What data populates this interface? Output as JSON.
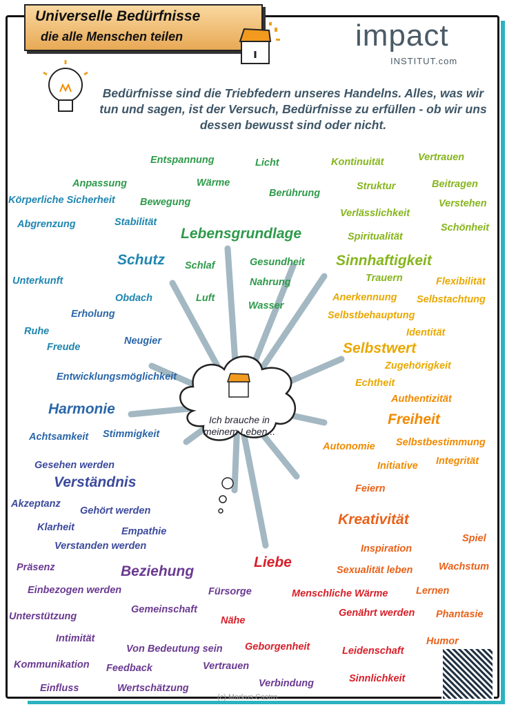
{
  "header": {
    "title_line1": "Universelle Bedürfnisse",
    "title_line2": "die alle Menschen teilen"
  },
  "logo": {
    "text": "impact",
    "sub": "INSTITUT.com"
  },
  "intro": "Bedürfnisse sind die Triebfedern unseres Handelns. Alles, was wir tun und sagen, ist der Versuch, Bedürfnisse zu erfüllen - ob wir uns dessen bewusst sind oder nicht.",
  "center": "Ich brauche in meinem Leben...",
  "copyright": "(c) Markus Castro",
  "colors": {
    "green": "#2e9a4a",
    "teal": "#1f86b0",
    "blue": "#2a66a8",
    "lime": "#86b51c",
    "yellow": "#e9a800",
    "orange": "#f08a00",
    "orangered": "#e8621a",
    "red": "#d8202a",
    "purple": "#6a3a92",
    "indigo": "#3c4a9c",
    "ray": "#a3b8c2"
  },
  "words": [
    {
      "text": "Entspannung",
      "group": "green"
    },
    {
      "text": "Licht",
      "group": "green"
    },
    {
      "text": "Anpassung",
      "group": "green"
    },
    {
      "text": "Wärme",
      "group": "green"
    },
    {
      "text": "Berührung",
      "group": "green"
    },
    {
      "text": "Körperliche Sicherheit",
      "group": "teal"
    },
    {
      "text": "Bewegung",
      "group": "green"
    },
    {
      "text": "Lebensgrundlage",
      "group": "green",
      "heading": true
    },
    {
      "text": "Stabilität",
      "group": "teal"
    },
    {
      "text": "Abgrenzung",
      "group": "teal"
    },
    {
      "text": "Schutz",
      "group": "teal",
      "heading": true
    },
    {
      "text": "Schlaf",
      "group": "green"
    },
    {
      "text": "Gesundheit",
      "group": "green"
    },
    {
      "text": "Nahrung",
      "group": "green"
    },
    {
      "text": "Luft",
      "group": "green"
    },
    {
      "text": "Wasser",
      "group": "green"
    },
    {
      "text": "Unterkunft",
      "group": "teal"
    },
    {
      "text": "Obdach",
      "group": "teal"
    },
    {
      "text": "Erholung",
      "group": "blue"
    },
    {
      "text": "Ruhe",
      "group": "teal"
    },
    {
      "text": "Freude",
      "group": "teal"
    },
    {
      "text": "Neugier",
      "group": "blue"
    },
    {
      "text": "Entwicklungsmöglichkeit",
      "group": "blue"
    },
    {
      "text": "Harmonie",
      "group": "blue",
      "heading": true
    },
    {
      "text": "Achtsamkeit",
      "group": "blue"
    },
    {
      "text": "Stimmigkeit",
      "group": "blue"
    },
    {
      "text": "Kontinuität",
      "group": "lime"
    },
    {
      "text": "Vertrauen",
      "group": "lime"
    },
    {
      "text": "Struktur",
      "group": "lime"
    },
    {
      "text": "Beitragen",
      "group": "lime"
    },
    {
      "text": "Verlässlichkeit",
      "group": "lime"
    },
    {
      "text": "Verstehen",
      "group": "lime"
    },
    {
      "text": "Schönheit",
      "group": "lime"
    },
    {
      "text": "Spiritualität",
      "group": "lime"
    },
    {
      "text": "Sinnhaftigkeit",
      "group": "lime",
      "heading": true
    },
    {
      "text": "Trauern",
      "group": "lime"
    },
    {
      "text": "Flexibilität",
      "group": "yellow"
    },
    {
      "text": "Anerkennung",
      "group": "yellow"
    },
    {
      "text": "Selbstachtung",
      "group": "yellow"
    },
    {
      "text": "Selbstbehauptung",
      "group": "yellow"
    },
    {
      "text": "Identität",
      "group": "yellow"
    },
    {
      "text": "Selbstwert",
      "group": "yellow",
      "heading": true
    },
    {
      "text": "Zugehörigkeit",
      "group": "yellow"
    },
    {
      "text": "Echtheit",
      "group": "yellow"
    },
    {
      "text": "Authentizität",
      "group": "orange"
    },
    {
      "text": "Freiheit",
      "group": "orange",
      "heading": true
    },
    {
      "text": "Selbstbestimmung",
      "group": "orange"
    },
    {
      "text": "Autonomie",
      "group": "orange"
    },
    {
      "text": "Initiative",
      "group": "orange"
    },
    {
      "text": "Integrität",
      "group": "orange"
    },
    {
      "text": "Feiern",
      "group": "orangered"
    },
    {
      "text": "Kreativität",
      "group": "orangered",
      "heading": true
    },
    {
      "text": "Spiel",
      "group": "orangered"
    },
    {
      "text": "Inspiration",
      "group": "orangered"
    },
    {
      "text": "Sexualität leben",
      "group": "orangered"
    },
    {
      "text": "Wachstum",
      "group": "orangered"
    },
    {
      "text": "Lernen",
      "group": "orangered"
    },
    {
      "text": "Genährt werden",
      "group": "red"
    },
    {
      "text": "Phantasie",
      "group": "orangered"
    },
    {
      "text": "Humor",
      "group": "orangered"
    },
    {
      "text": "Leidenschaft",
      "group": "red"
    },
    {
      "text": "Sinnlichkeit",
      "group": "red"
    },
    {
      "text": "Liebe",
      "group": "red",
      "heading": true
    },
    {
      "text": "Menschliche Wärme",
      "group": "red"
    },
    {
      "text": "Nähe",
      "group": "red"
    },
    {
      "text": "Geborgenheit",
      "group": "red"
    },
    {
      "text": "Gesehen werden",
      "group": "indigo"
    },
    {
      "text": "Verständnis",
      "group": "indigo",
      "heading": true
    },
    {
      "text": "Akzeptanz",
      "group": "indigo"
    },
    {
      "text": "Gehört werden",
      "group": "indigo"
    },
    {
      "text": "Klarheit",
      "group": "indigo"
    },
    {
      "text": "Empathie",
      "group": "indigo"
    },
    {
      "text": "Verstanden werden",
      "group": "indigo"
    },
    {
      "text": "Präsenz",
      "group": "purple"
    },
    {
      "text": "Beziehung",
      "group": "purple",
      "heading": true
    },
    {
      "text": "Einbezogen werden",
      "group": "purple"
    },
    {
      "text": "Fürsorge",
      "group": "purple"
    },
    {
      "text": "Unterstützung",
      "group": "purple"
    },
    {
      "text": "Gemeinschaft",
      "group": "purple"
    },
    {
      "text": "Intimität",
      "group": "purple"
    },
    {
      "text": "Von Bedeutung sein",
      "group": "purple"
    },
    {
      "text": "Kommunikation",
      "group": "purple"
    },
    {
      "text": "Feedback",
      "group": "purple"
    },
    {
      "text": "Vertrauen",
      "group": "purple"
    },
    {
      "text": "Einfluss",
      "group": "purple"
    },
    {
      "text": "Wertschätzung",
      "group": "purple"
    },
    {
      "text": "Verbindung",
      "group": "purple"
    }
  ]
}
